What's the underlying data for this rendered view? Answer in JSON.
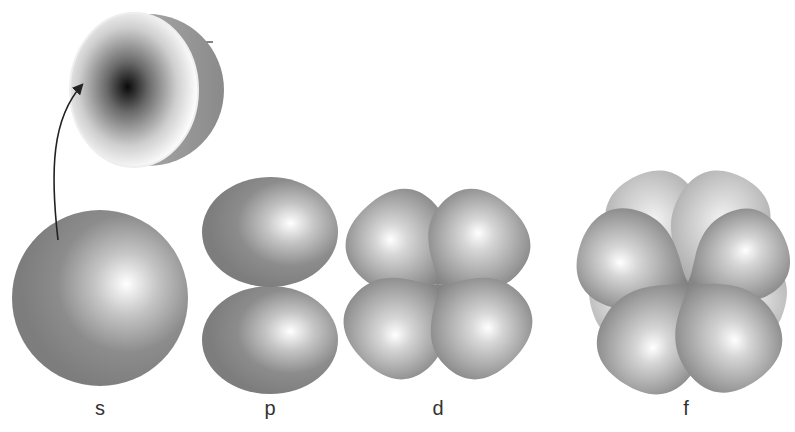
{
  "diagram": {
    "labels": [
      "s",
      "p",
      "d",
      "f"
    ]
  }
}
